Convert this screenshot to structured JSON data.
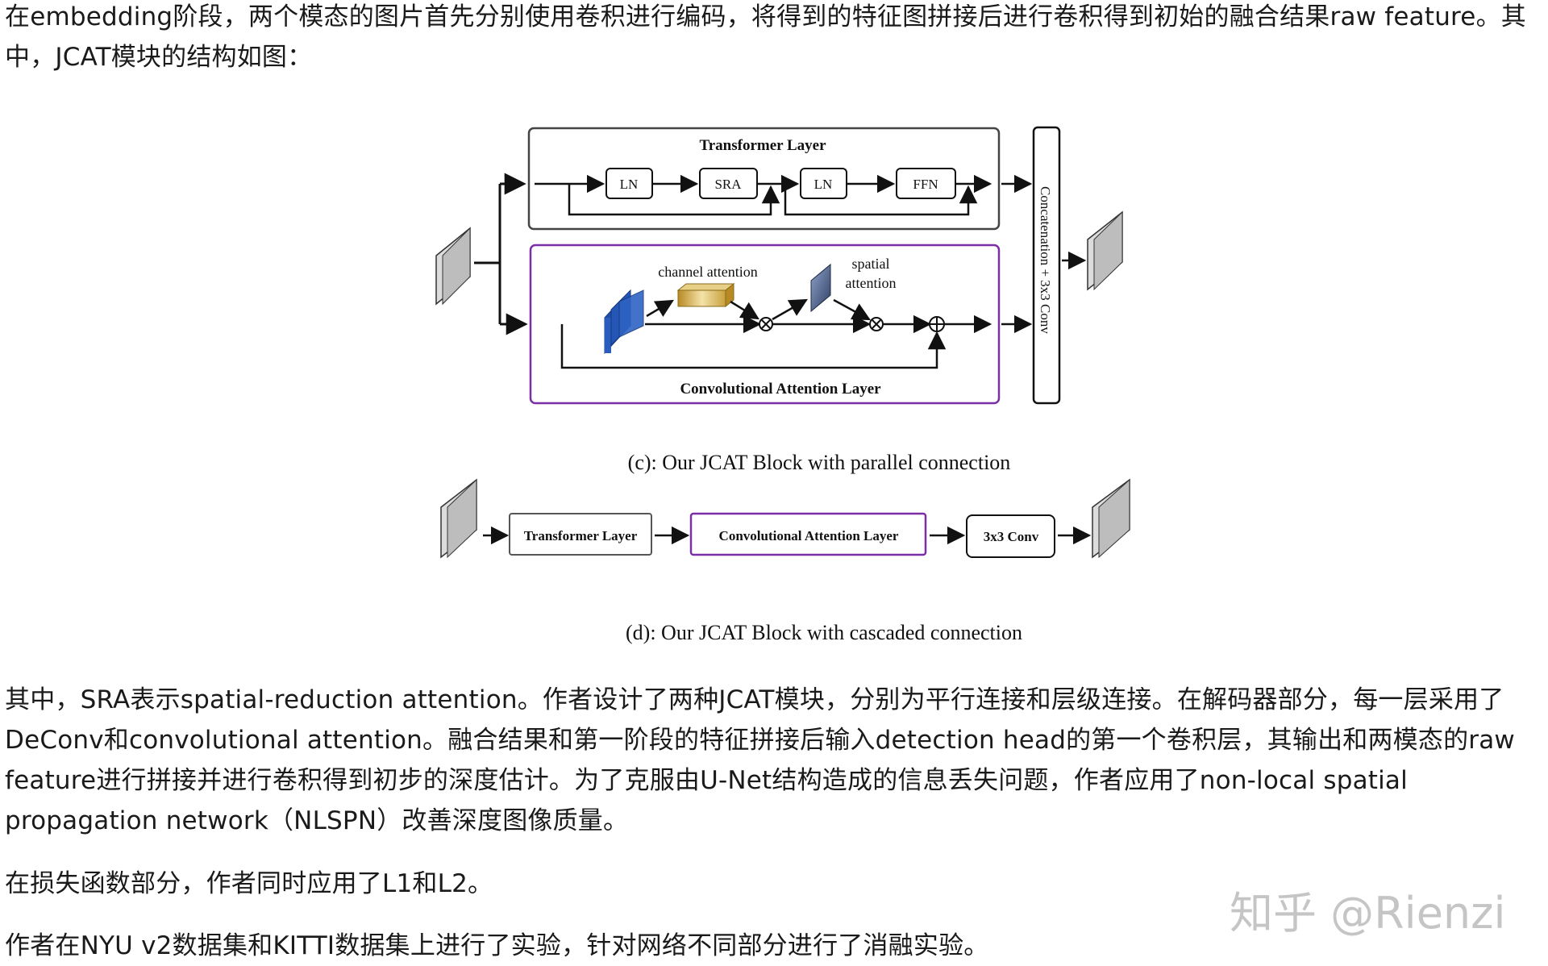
{
  "article": {
    "intro": "在embedding阶段，两个模态的图片首先分别使用卷积进行编码，将得到的特征图拼接后进行卷积得到初始的融合结果raw feature。其中，JCAT模块的结构如图：",
    "sra_paragraph": "其中，SRA表示spatial-reduction attention。作者设计了两种JCAT模块，分别为平行连接和层级连接。在解码器部分，每一层采用了DeConv和convolutional attention。融合结果和第一阶段的特征拼接后输入detection head的第一个卷积层，其输出和两模态的raw feature进行拼接并进行卷积得到初步的深度估计。为了克服由U-Net结构造成的信息丢失问题，作者应用了non-local spatial propagation network（NLSPN）改善深度图像质量。",
    "loss_paragraph": "在损失函数部分，作者同时应用了L1和L2。",
    "experiment_paragraph": "作者在NYU v2数据集和KITTI数据集上进行了实验，针对网络不同部分进行了消融实验。"
  },
  "figure_c": {
    "transformer_title": "Transformer Layer",
    "ln1": "LN",
    "sra": "SRA",
    "ln2": "LN",
    "ffn": "FFN",
    "channel_attention": "channel attention",
    "spatial_line1": "spatial",
    "spatial_line2": "attention",
    "conv_attention_title": "Convolutional Attention Layer",
    "concat_label": "Concatenation + 3x3 Conv",
    "caption": "(c): Our JCAT Block with parallel connection"
  },
  "figure_d": {
    "transformer": "Transformer Layer",
    "conv_attention": "Convolutional Attention Layer",
    "conv3x3": "3x3 Conv",
    "caption": "(d): Our JCAT Block with cascaded connection"
  },
  "watermark": "知乎 @Rienzi",
  "colors": {
    "purple": "#7b2fa6",
    "blue": "#1f4fa8",
    "gold": "#d8b048"
  }
}
